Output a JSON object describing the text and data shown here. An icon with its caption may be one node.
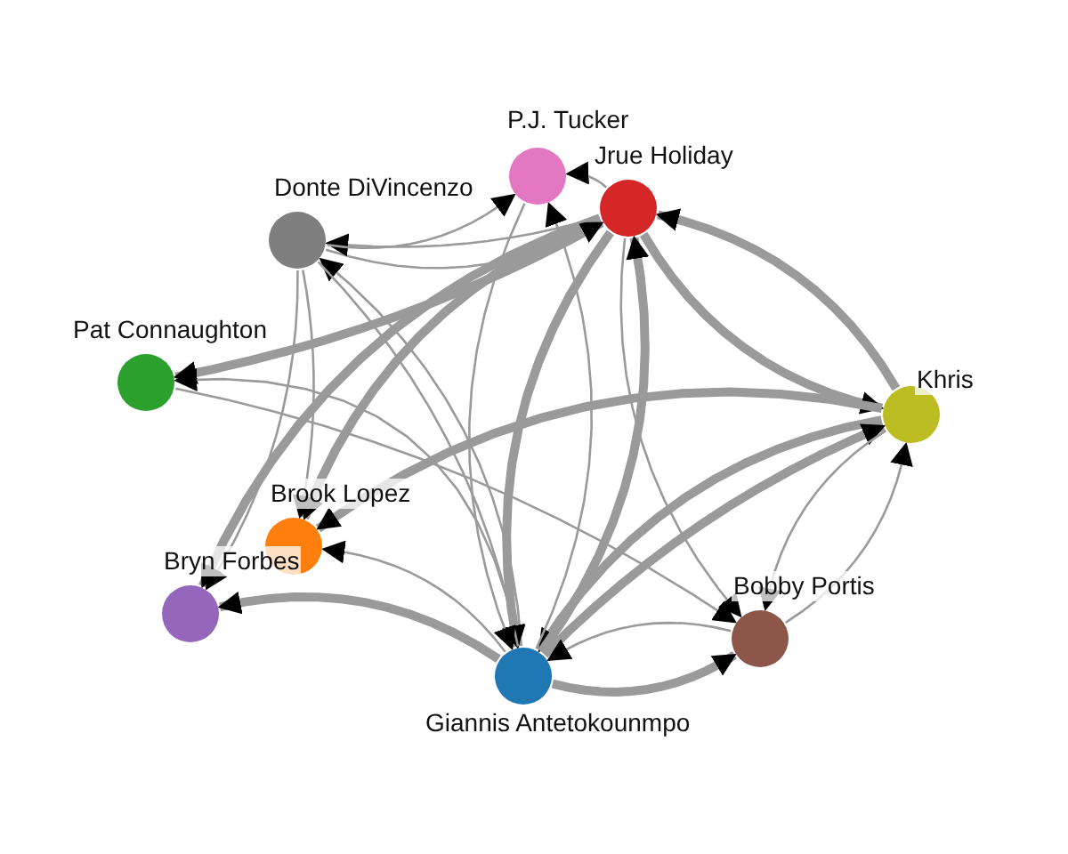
{
  "diagram": {
    "nodes": [
      {
        "text": [
          "P.J. Tucker"
        ]
      },
      {
        "text": [
          "Jrue Holiday"
        ]
      },
      {
        "text": [
          "Donte DiVincenzo"
        ]
      },
      {
        "text": [
          "Pat Connaughton"
        ]
      },
      {
        "text": [
          "Khris"
        ]
      },
      {
        "text": [
          "Brook Lopez"
        ]
      },
      {
        "text": [
          "Bryn Forbes"
        ]
      },
      {
        "text": [
          "Giannis Antetokounmpo"
        ]
      },
      {
        "text": [
          "Bobby Portis"
        ]
      }
    ],
    "edges": [
      {
        "from": 1,
        "to": 3,
        "arrow": "to",
        "style": "thick"
      },
      {
        "from": 1,
        "to": 6,
        "arrow": "to",
        "style": "thick"
      },
      {
        "from": 1,
        "to": 5,
        "arrow": "to",
        "style": "thick"
      },
      {
        "from": 1,
        "to": 4,
        "arrow": "to",
        "style": "thick"
      },
      {
        "from": 4,
        "to": 1,
        "arrow": "to",
        "style": "thick"
      },
      {
        "from": 4,
        "to": 7,
        "arrow": "to",
        "style": "thick"
      },
      {
        "from": 7,
        "to": 4,
        "arrow": "to",
        "style": "thick"
      },
      {
        "from": 4,
        "to": 5,
        "arrow": "to",
        "style": "thick"
      },
      {
        "from": 4,
        "to": 8,
        "arrow": "to"
      },
      {
        "from": 7,
        "to": 6,
        "arrow": "to",
        "style": "thick"
      },
      {
        "from": 7,
        "to": 1,
        "arrow": "to",
        "style": "thick"
      },
      {
        "from": 1,
        "to": 7,
        "arrow": "to",
        "style": "thick"
      },
      {
        "from": 2,
        "to": 1,
        "arrow": "to"
      },
      {
        "from": 1,
        "to": 2,
        "arrow": "to"
      },
      {
        "from": 2,
        "to": 0,
        "arrow": "to"
      },
      {
        "from": 1,
        "to": 0,
        "arrow": "to"
      },
      {
        "from": 7,
        "to": 0,
        "arrow": "to"
      },
      {
        "from": 7,
        "to": 2,
        "arrow": "to"
      },
      {
        "from": 2,
        "to": 7,
        "arrow": "to"
      },
      {
        "from": 2,
        "to": 6,
        "arrow": "to"
      },
      {
        "from": 2,
        "to": 5,
        "arrow": "to"
      },
      {
        "from": 7,
        "to": 3,
        "arrow": "to"
      },
      {
        "from": 7,
        "to": 5,
        "arrow": "to"
      },
      {
        "from": 1,
        "to": 8,
        "arrow": "to"
      },
      {
        "from": 3,
        "to": 8,
        "arrow": "to"
      },
      {
        "from": 8,
        "to": 7,
        "arrow": "to"
      },
      {
        "from": 7,
        "to": 8,
        "arrow": "to",
        "style": "thick"
      },
      {
        "from": 8,
        "to": 4,
        "arrow": "to"
      },
      {
        "from": 0,
        "to": 7,
        "arrow": "to"
      }
    ]
  }
}
